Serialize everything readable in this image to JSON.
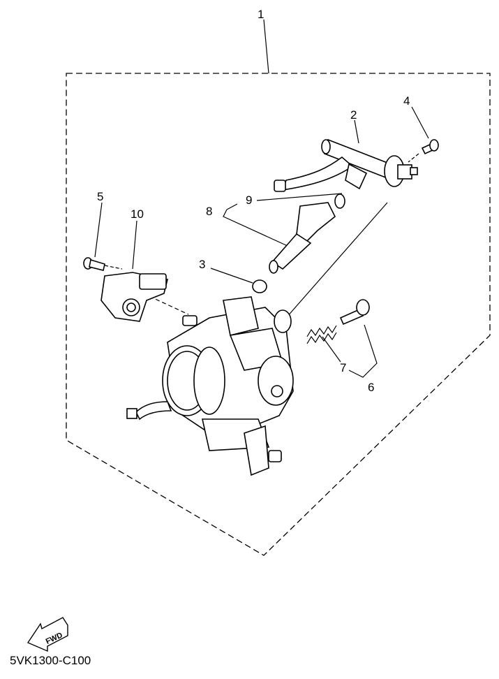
{
  "diagram": {
    "callouts": [
      {
        "id": "1",
        "text": "1"
      },
      {
        "id": "2",
        "text": "2"
      },
      {
        "id": "3",
        "text": "3"
      },
      {
        "id": "4",
        "text": "4"
      },
      {
        "id": "5",
        "text": "5"
      },
      {
        "id": "6",
        "text": "6"
      },
      {
        "id": "7",
        "text": "7"
      },
      {
        "id": "8",
        "text": "8"
      },
      {
        "id": "9",
        "text": "9"
      },
      {
        "id": "10",
        "text": "10"
      }
    ],
    "fwd_label": "FWD",
    "diagram_code": "5VK1300-C100"
  }
}
